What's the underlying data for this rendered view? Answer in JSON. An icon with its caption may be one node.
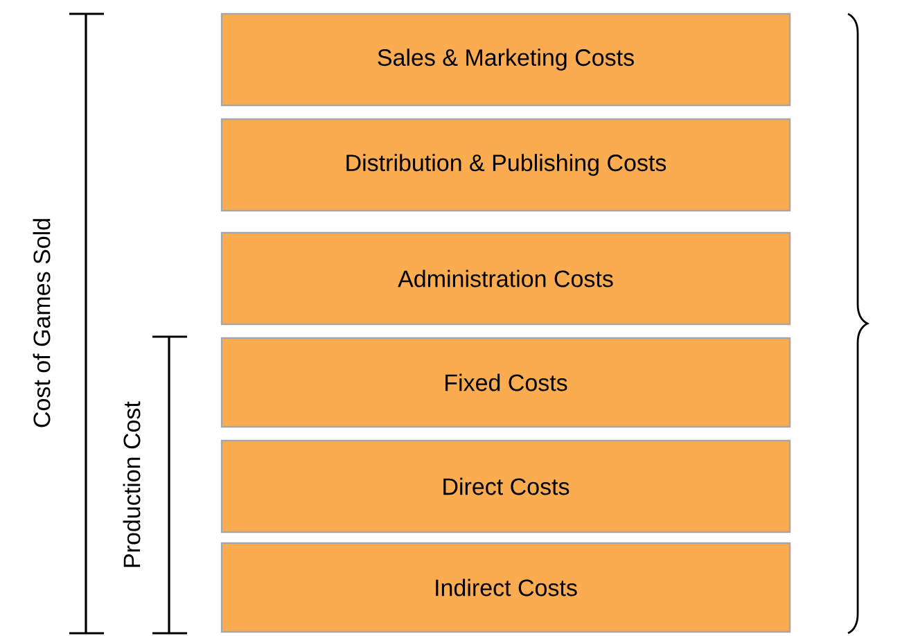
{
  "diagram": {
    "nodes": [
      {
        "text": [
          "Sales & Marketing Costs"
        ]
      },
      {
        "text": [
          "Distribution & Publishing Costs"
        ]
      },
      {
        "text": [
          "Administration Costs"
        ]
      },
      {
        "text": [
          "Fixed Costs"
        ]
      },
      {
        "text": [
          "Direct Costs"
        ]
      },
      {
        "text": [
          "Indirect Costs"
        ]
      }
    ],
    "labels": [
      "Cost of Games Sold",
      "Production Cost"
    ]
  }
}
